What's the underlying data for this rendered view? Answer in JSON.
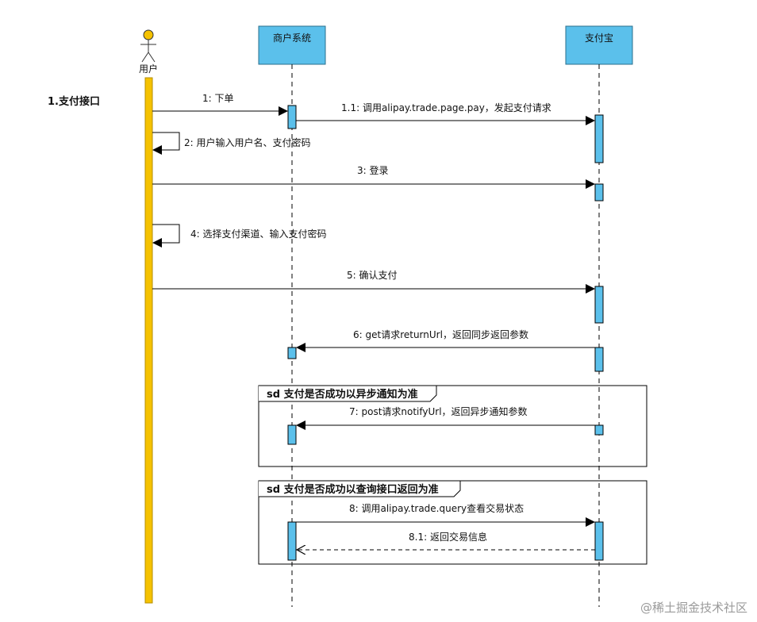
{
  "section_label": "1.支付接口",
  "actor": {
    "name": "用户",
    "color": "#f5c200"
  },
  "participants": {
    "merchant": "商户系统",
    "alipay": "支付宝",
    "box_color": "#5bc0eb"
  },
  "messages": {
    "m1": "1: 下单",
    "m11": "1.1: 调用alipay.trade.page.pay，发起支付请求",
    "m2": "2: 用户输入用户名、支付密码",
    "m3": "3:   登录",
    "m4": "4: 选择支付渠道、输入支付密码",
    "m5": "5: 确认支付",
    "m6": "6: get请求returnUrl，返回同步返回参数",
    "m7": "7: post请求notifyUrl，返回异步通知参数",
    "m8": "8: 调用alipay.trade.query查看交易状态",
    "m81": "8.1: 返回交易信息"
  },
  "fragments": {
    "f1": "sd 支付是否成功以异步通知为准",
    "f2": "sd 支付是否成功以查询接口返回为准"
  },
  "watermark": "@稀土掘金技术社区"
}
